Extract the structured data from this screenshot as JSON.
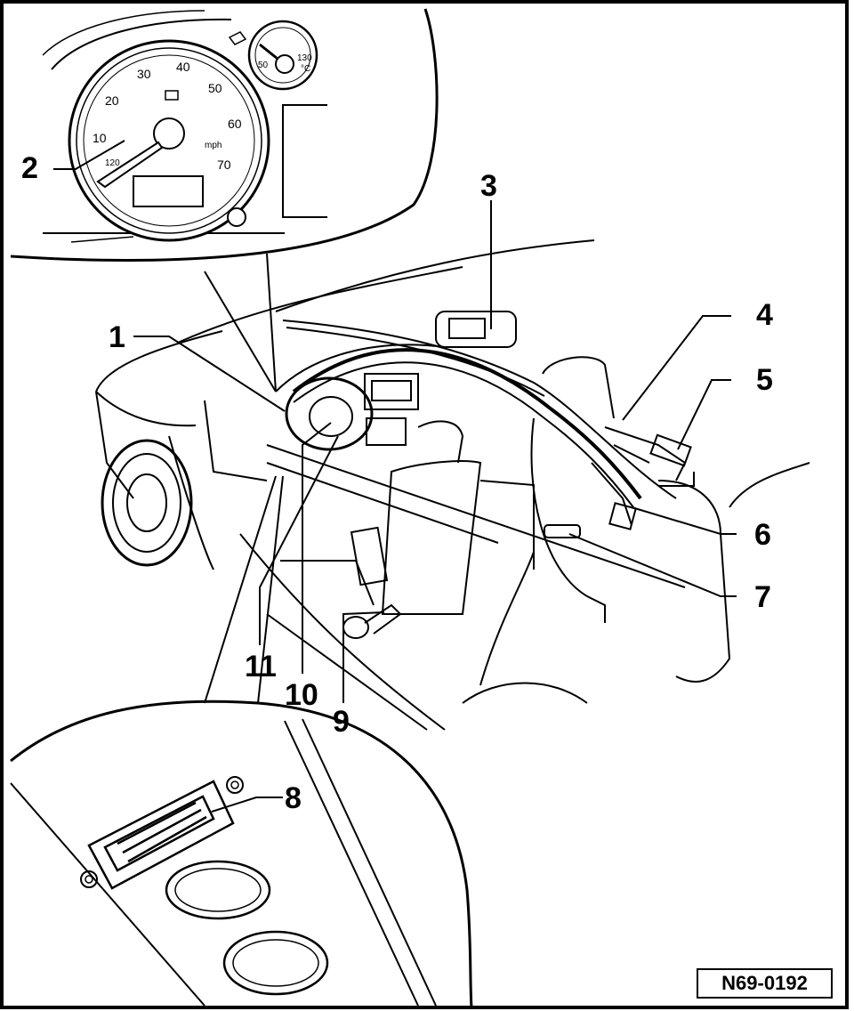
{
  "figure_ref": "N69-0192",
  "callouts": [
    "1",
    "2",
    "3",
    "4",
    "5",
    "6",
    "7",
    "8",
    "9",
    "10",
    "11"
  ],
  "speedometer": {
    "scale": [
      "10",
      "20",
      "30",
      "40",
      "50",
      "60",
      "70"
    ],
    "unit": "mph",
    "inner_scale": "120"
  },
  "temp_gauge": {
    "low": "50",
    "high": "130",
    "unit": "°C"
  }
}
